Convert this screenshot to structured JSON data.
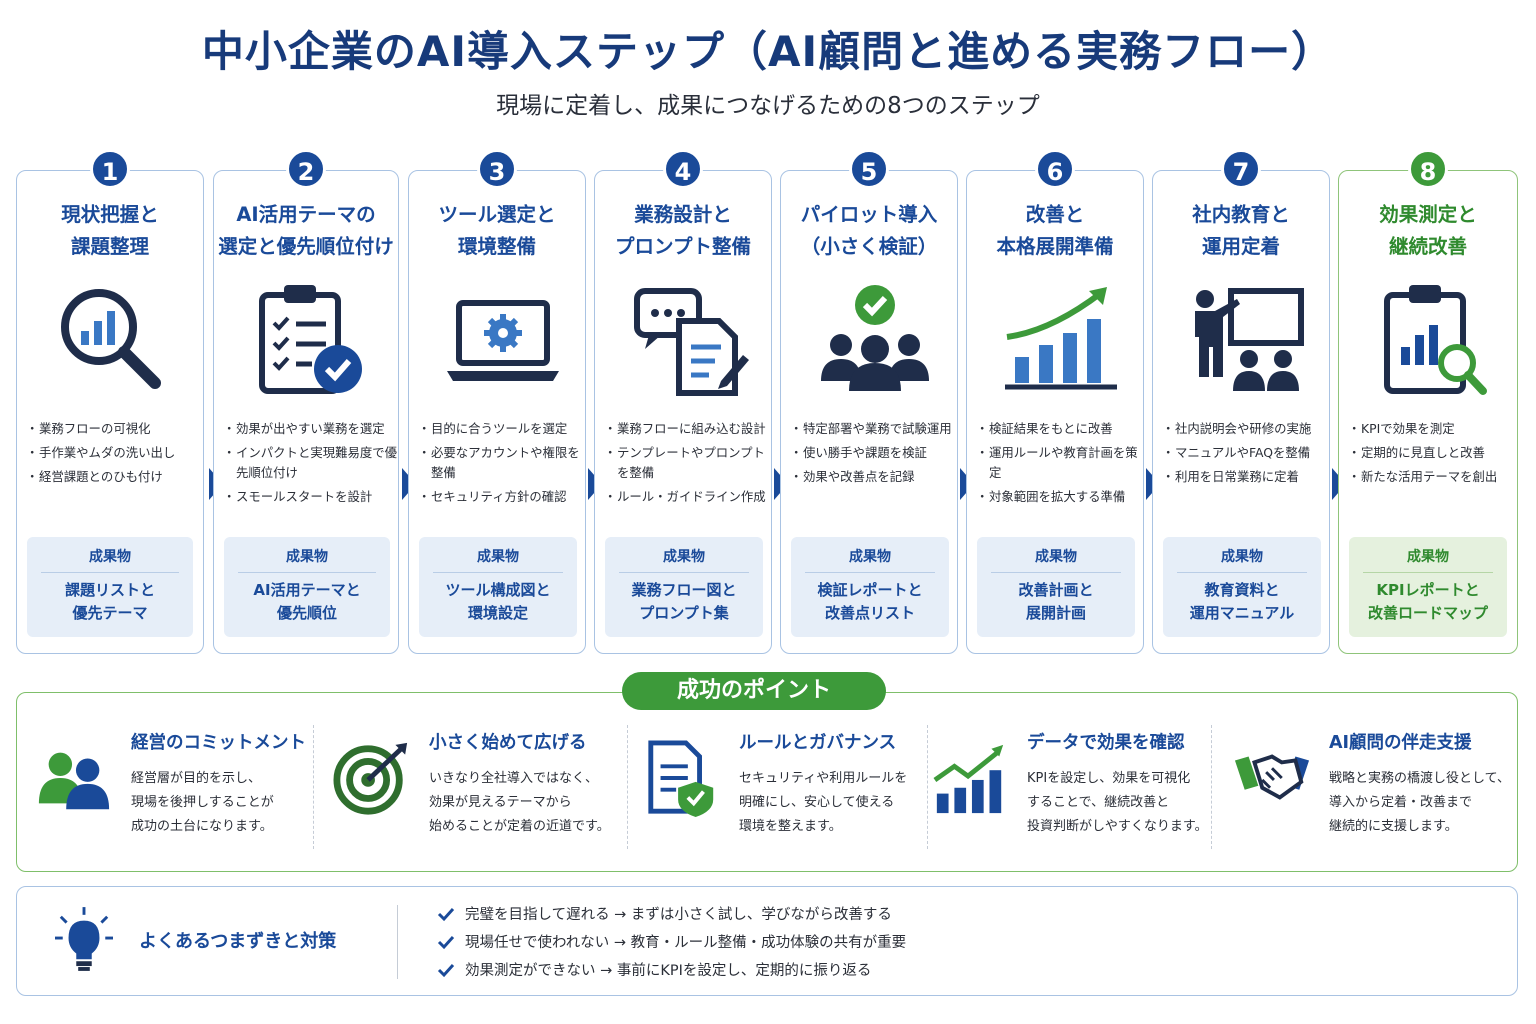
{
  "title": "中小企業のAI導入ステップ（AI顧問と進める実務フロー）",
  "subtitle": "現場に定着し、成果につなげるための8つのステップ",
  "deliverable_label": "成果物",
  "steps": [
    {
      "num": "1",
      "title": "現状把握と\n課題整理",
      "icon": "magnifier-chart-icon",
      "bullets": [
        "業務フローの可視化",
        "手作業やムダの洗い出し",
        "経営課題とのひも付け"
      ],
      "deliverable": "課題リストと\n優先テーマ"
    },
    {
      "num": "2",
      "title": "AI活用テーマの\n選定と優先順位付け",
      "icon": "clipboard-check-icon",
      "bullets": [
        "効果が出やすい業務を選定",
        "インパクトと実現難易度で優先順位付け",
        "スモールスタートを設計"
      ],
      "deliverable": "AI活用テーマと\n優先順位"
    },
    {
      "num": "3",
      "title": "ツール選定と\n環境整備",
      "icon": "laptop-gear-icon",
      "bullets": [
        "目的に合うツールを選定",
        "必要なアカウントや権限を整備",
        "セキュリティ方針の確認"
      ],
      "deliverable": "ツール構成図と\n環境設定"
    },
    {
      "num": "4",
      "title": "業務設計と\nプロンプト整備",
      "icon": "chat-document-icon",
      "bullets": [
        "業務フローに組み込む設計",
        "テンプレートやプロンプトを整備",
        "ルール・ガイドライン作成"
      ],
      "deliverable": "業務フロー図と\nプロンプト集"
    },
    {
      "num": "5",
      "title": "パイロット導入\n（小さく検証）",
      "icon": "team-check-icon",
      "bullets": [
        "特定部署や業務で試験運用",
        "使い勝手や課題を検証",
        "効果や改善点を記録"
      ],
      "deliverable": "検証レポートと\n改善点リスト"
    },
    {
      "num": "6",
      "title": "改善と\n本格展開準備",
      "icon": "growth-chart-icon",
      "bullets": [
        "検証結果をもとに改善",
        "運用ルールや教育計画を策定",
        "対象範囲を拡大する準備"
      ],
      "deliverable": "改善計画と\n展開計画"
    },
    {
      "num": "7",
      "title": "社内教育と\n運用定着",
      "icon": "presentation-icon",
      "bullets": [
        "社内説明会や研修の実施",
        "マニュアルやFAQを整備",
        "利用を日常業務に定着"
      ],
      "deliverable": "教育資料と\n運用マニュアル"
    },
    {
      "num": "8",
      "title": "効果測定と\n継続改善",
      "icon": "report-magnifier-icon",
      "bullets": [
        "KPIで効果を測定",
        "定期的に見直しと改善",
        "新たな活用テーマを創出"
      ],
      "deliverable": "KPIレポートと\n改善ロードマップ"
    }
  ],
  "points": {
    "header": "成功のポイント",
    "items": [
      {
        "title": "経営のコミットメント",
        "icon": "people-icon",
        "body": "経営層が目的を示し、\n現場を後押しすることが\n成功の土台になります。"
      },
      {
        "title": "小さく始めて広げる",
        "icon": "target-icon",
        "body": "いきなり全社導入ではなく、\n効果が見えるテーマから\n始めることが定着の近道です。"
      },
      {
        "title": "ルールとガバナンス",
        "icon": "document-shield-icon",
        "body": "セキュリティや利用ルールを\n明確にし、安心して使える\n環境を整えます。"
      },
      {
        "title": "データで効果を確認",
        "icon": "bar-chart-icon",
        "body": "KPIを設定し、効果を可視化\nすることで、継続改善と\n投資判断がしやすくなります。"
      },
      {
        "title": "AI顧問の伴走支援",
        "icon": "handshake-icon",
        "body": "戦略と実務の橋渡し役として、\n導入から定着・改善まで\n継続的に支援します。"
      }
    ]
  },
  "pitfalls": {
    "title": "よくあるつまずきと対策",
    "icon": "lightbulb-icon",
    "items": [
      "完璧を目指して遅れる → まずは小さく試し、学びながら改善する",
      "現場任せで使われない → 教育・ルール整備・成功体験の共有が重要",
      "効果測定ができない → 事前にKPIを設定し、定期的に振り返る"
    ]
  },
  "colors": {
    "navy": "#1a4a99",
    "green": "#3d9a3a",
    "dark": "#1f2d4a"
  }
}
